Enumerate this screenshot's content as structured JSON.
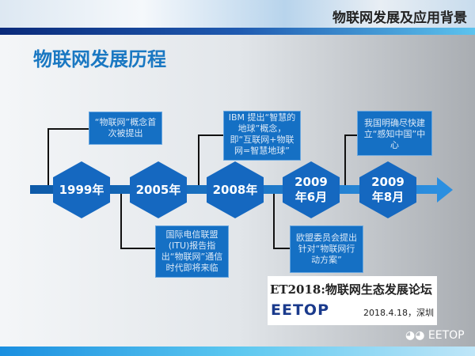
{
  "header": {
    "section": "物联网发展及应用背景",
    "title": "物联网发展历程"
  },
  "timeline": [
    {
      "label": "1999年",
      "event": "“物联网”概念首次被提出",
      "position": "top"
    },
    {
      "label": "2005年",
      "event": "国际电信联盟(ITU)报告指出“物联网”通信时代即将来临",
      "position": "bottom"
    },
    {
      "label": "2008年",
      "event": "IBM 提出“智慧的地球”概念，即“互联网+物联网=智慧地球”",
      "position": "top"
    },
    {
      "label": "2009年6月",
      "event": "欧盟委员会提出针对“物联网行动方案”",
      "position": "bottom"
    },
    {
      "label": "2009年8月",
      "event": "我国明确尽快建立“感知中国”中心",
      "position": "top"
    }
  ],
  "logo": {
    "title": "ET2018:物联网生态发展论坛",
    "brand": "EETOP",
    "date": "2018.4.18，深圳"
  },
  "watermark": {
    "icon": "wechat-icon",
    "text": "EETOP"
  },
  "colors": {
    "accent": "#1570c4",
    "title": "#1a78c2"
  }
}
